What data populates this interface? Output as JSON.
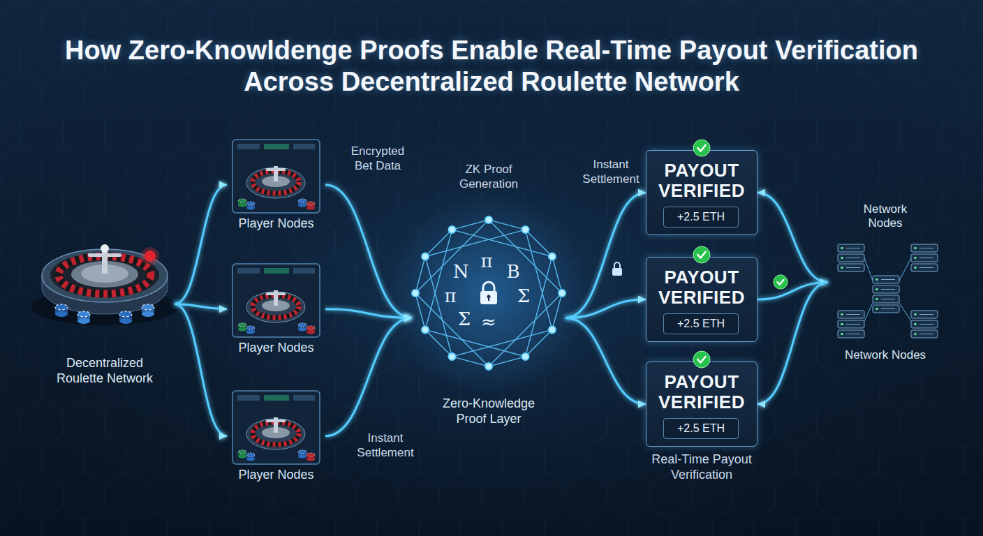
{
  "diagram": {
    "title": "How Zero-Knowldenge Proofs Enable Real-Time Payout Verification Across Decentralized Roulette Network",
    "nodes": [
      {
        "text": [
          "Decentralized Roulette Network"
        ]
      },
      {
        "text": [
          "Player Nodes"
        ]
      },
      {
        "text": [
          "Player Nodes"
        ]
      },
      {
        "text": [
          "Player Nodes"
        ]
      },
      {
        "text": [
          "Zero-Knowledge Proof Layer"
        ]
      },
      {
        "text": [
          "PAYOUT VERIFIED"
        ]
      },
      {
        "text": [
          "+2.5 ETH"
        ],
        "in": 5
      },
      {
        "text": [
          "PAYOUT VERIFIED"
        ]
      },
      {
        "text": [
          "+2.5 ETH"
        ],
        "in": 7
      },
      {
        "text": [
          "PAYOUT VERIFIED"
        ]
      },
      {
        "text": [
          "+2.5 ETH"
        ],
        "in": 9
      },
      {
        "text": [
          "Network Nodes",
          "Network Nodes"
        ]
      }
    ],
    "edges": [
      {
        "from": 0,
        "to": 1,
        "arrow": "to"
      },
      {
        "from": 0,
        "to": 2,
        "arrow": "to"
      },
      {
        "from": 0,
        "to": 3,
        "arrow": "to"
      },
      {
        "from": 1,
        "to": 4,
        "arrow": "to"
      },
      {
        "from": 2,
        "to": 4,
        "arrow": "to"
      },
      {
        "from": 3,
        "to": 4,
        "arrow": "to"
      },
      {
        "from": 4,
        "to": 5,
        "arrow": "to"
      },
      {
        "from": 4,
        "to": 7,
        "arrow": "to"
      },
      {
        "from": 4,
        "to": 9,
        "arrow": "to"
      },
      {
        "from": 11,
        "to": 5,
        "arrow": "to"
      },
      {
        "from": 7,
        "to": 11,
        "arrow": "to"
      },
      {
        "from": 11,
        "to": 9,
        "arrow": "to"
      }
    ],
    "labels": [
      "Encrypted Bet Data",
      "ZK Proof Generation",
      "Instant Settlement",
      "Instant Settlement",
      "Real-Time Payout Verification",
      "N",
      "π",
      "B",
      "π",
      "Σ",
      "Σ",
      "≈"
    ]
  }
}
